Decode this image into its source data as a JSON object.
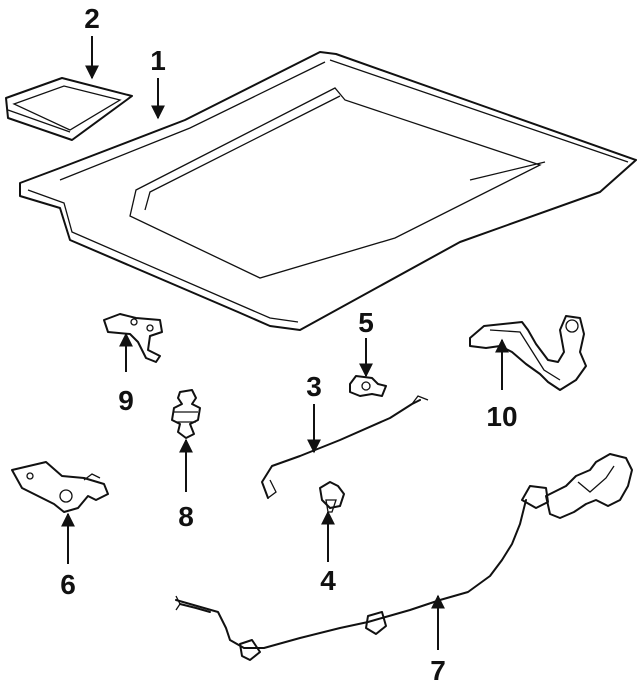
{
  "callouts": [
    {
      "id": "1",
      "label": "1"
    },
    {
      "id": "2",
      "label": "2"
    },
    {
      "id": "3",
      "label": "3"
    },
    {
      "id": "4",
      "label": "4"
    },
    {
      "id": "5",
      "label": "5"
    },
    {
      "id": "6",
      "label": "6"
    },
    {
      "id": "7",
      "label": "7"
    },
    {
      "id": "8",
      "label": "8"
    },
    {
      "id": "9",
      "label": "9"
    },
    {
      "id": "10",
      "label": "10"
    }
  ],
  "parts": [
    {
      "id": "1",
      "icon": "hood-panel-icon"
    },
    {
      "id": "2",
      "icon": "insulator-pad-icon"
    },
    {
      "id": "3",
      "icon": "prop-rod-icon"
    },
    {
      "id": "4",
      "icon": "rod-clip-icon"
    },
    {
      "id": "5",
      "icon": "rod-grommet-icon"
    },
    {
      "id": "6",
      "icon": "latch-icon"
    },
    {
      "id": "7",
      "icon": "release-cable-icon"
    },
    {
      "id": "8",
      "icon": "bumper-stop-icon"
    },
    {
      "id": "9",
      "icon": "striker-icon"
    },
    {
      "id": "10",
      "icon": "hinge-icon"
    }
  ]
}
